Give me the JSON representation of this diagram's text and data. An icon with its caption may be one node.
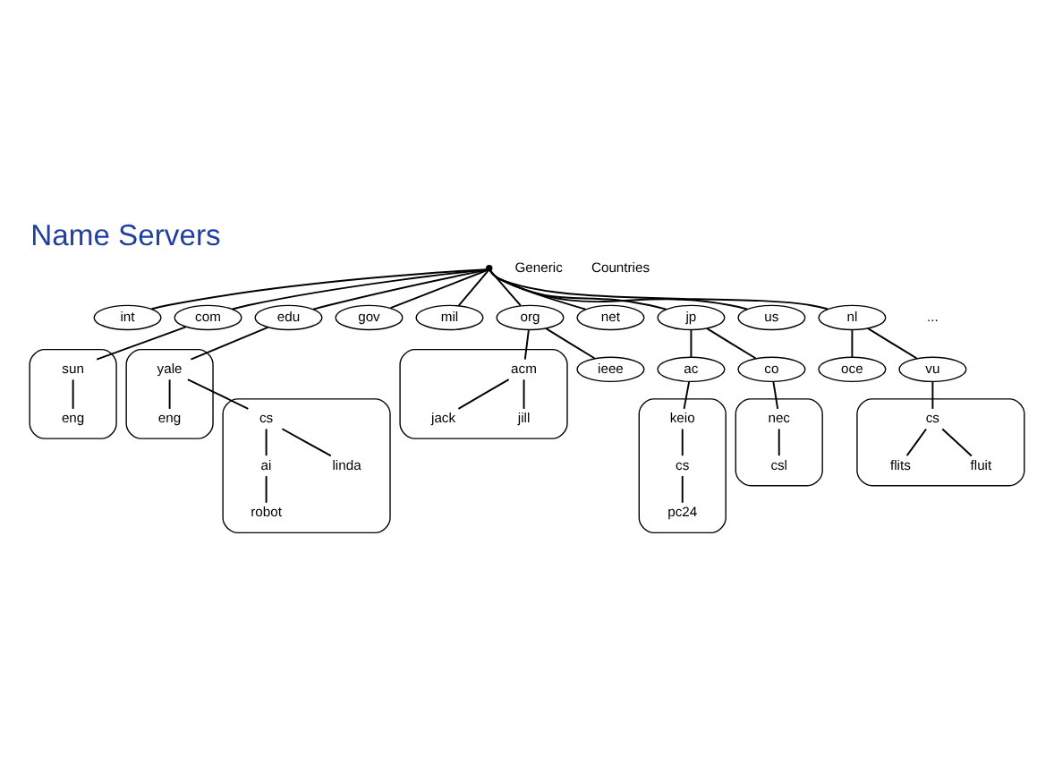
{
  "diagram": {
    "title": "Name Servers",
    "nodes": [
      {
        "text": [],
        "shape": "point"
      },
      {
        "text": [
          "int"
        ]
      },
      {
        "text": [
          "com"
        ]
      },
      {
        "text": [
          "edu"
        ]
      },
      {
        "text": [
          "gov"
        ]
      },
      {
        "text": [
          "mil"
        ]
      },
      {
        "text": [
          "org"
        ]
      },
      {
        "text": [
          "net"
        ]
      },
      {
        "text": [
          "jp"
        ]
      },
      {
        "text": [
          "us"
        ]
      },
      {
        "text": [
          "nl"
        ]
      },
      {
        "text": [],
        "shape": "cloud"
      },
      {
        "text": [
          "sun"
        ],
        "in": 11
      },
      {
        "text": [],
        "shape": "cloud"
      },
      {
        "text": [
          "yale"
        ],
        "in": 13
      },
      {
        "text": [],
        "shape": "cloud"
      },
      {
        "text": [
          "acm"
        ],
        "in": 15
      },
      {
        "text": [
          "ieee"
        ]
      },
      {
        "text": [
          "ac"
        ]
      },
      {
        "text": [
          "co"
        ]
      },
      {
        "text": [
          "oce"
        ]
      },
      {
        "text": [
          "vu"
        ]
      },
      {
        "text": [
          "eng"
        ],
        "in": 11
      },
      {
        "text": [],
        "shape": "cloud"
      },
      {
        "text": [
          "cs"
        ],
        "in": 23
      },
      {
        "text": [
          "eng"
        ],
        "in": 13
      },
      {
        "text": [
          "jack"
        ],
        "in": 15
      },
      {
        "text": [
          "jill"
        ],
        "in": 15
      },
      {
        "text": [],
        "shape": "cloud"
      },
      {
        "text": [
          "keio"
        ],
        "in": 28
      },
      {
        "text": [],
        "shape": "cloud"
      },
      {
        "text": [
          "nec"
        ],
        "in": 30
      },
      {
        "text": [],
        "shape": "cloud"
      },
      {
        "text": [
          "cs"
        ],
        "in": 32
      },
      {
        "text": [
          "ai"
        ],
        "in": 23
      },
      {
        "text": [
          "linda"
        ],
        "in": 23
      },
      {
        "text": [
          "cs"
        ],
        "in": 28
      },
      {
        "text": [
          "csl"
        ],
        "in": 30
      },
      {
        "text": [
          "flits"
        ],
        "in": 32
      },
      {
        "text": [
          "fluit"
        ],
        "in": 32
      },
      {
        "text": [
          "robot"
        ],
        "in": 23
      },
      {
        "text": [
          "pc24"
        ],
        "in": 28
      }
    ],
    "edges": [
      {
        "from": 0,
        "to": 1,
        "arrow": "none"
      },
      {
        "from": 0,
        "to": 2,
        "arrow": "none"
      },
      {
        "from": 0,
        "to": 3,
        "arrow": "none"
      },
      {
        "from": 0,
        "to": 4,
        "arrow": "none"
      },
      {
        "from": 0,
        "to": 5,
        "arrow": "none"
      },
      {
        "from": 0,
        "to": 6,
        "arrow": "none"
      },
      {
        "from": 0,
        "to": 7,
        "arrow": "none"
      },
      {
        "from": 0,
        "to": 8,
        "arrow": "none"
      },
      {
        "from": 0,
        "to": 9,
        "arrow": "none"
      },
      {
        "from": 0,
        "to": 10,
        "arrow": "none"
      },
      {
        "from": 2,
        "to": 12,
        "arrow": "none"
      },
      {
        "from": 3,
        "to": 14,
        "arrow": "none"
      },
      {
        "from": 6,
        "to": 16,
        "arrow": "none"
      },
      {
        "from": 6,
        "to": 17,
        "arrow": "none"
      },
      {
        "from": 8,
        "to": 18,
        "arrow": "none"
      },
      {
        "from": 8,
        "to": 19,
        "arrow": "none"
      },
      {
        "from": 10,
        "to": 20,
        "arrow": "none"
      },
      {
        "from": 10,
        "to": 21,
        "arrow": "none"
      },
      {
        "from": 12,
        "to": 22,
        "arrow": "none"
      },
      {
        "from": 14,
        "to": 24,
        "arrow": "none"
      },
      {
        "from": 14,
        "to": 25,
        "arrow": "none"
      },
      {
        "from": 16,
        "to": 26,
        "arrow": "none"
      },
      {
        "from": 16,
        "to": 27,
        "arrow": "none"
      },
      {
        "from": 18,
        "to": 29,
        "arrow": "none"
      },
      {
        "from": 19,
        "to": 31,
        "arrow": "none"
      },
      {
        "from": 21,
        "to": 33,
        "arrow": "none"
      },
      {
        "from": 24,
        "to": 34,
        "arrow": "none"
      },
      {
        "from": 24,
        "to": 35,
        "arrow": "none"
      },
      {
        "from": 29,
        "to": 36,
        "arrow": "none"
      },
      {
        "from": 31,
        "to": 37,
        "arrow": "none"
      },
      {
        "from": 33,
        "to": 38,
        "arrow": "none"
      },
      {
        "from": 33,
        "to": 39,
        "arrow": "none"
      },
      {
        "from": 34,
        "to": 40,
        "arrow": "none"
      },
      {
        "from": 36,
        "to": 41,
        "arrow": "none"
      }
    ],
    "labels": [
      "Generic",
      "Countries",
      "..."
    ]
  }
}
